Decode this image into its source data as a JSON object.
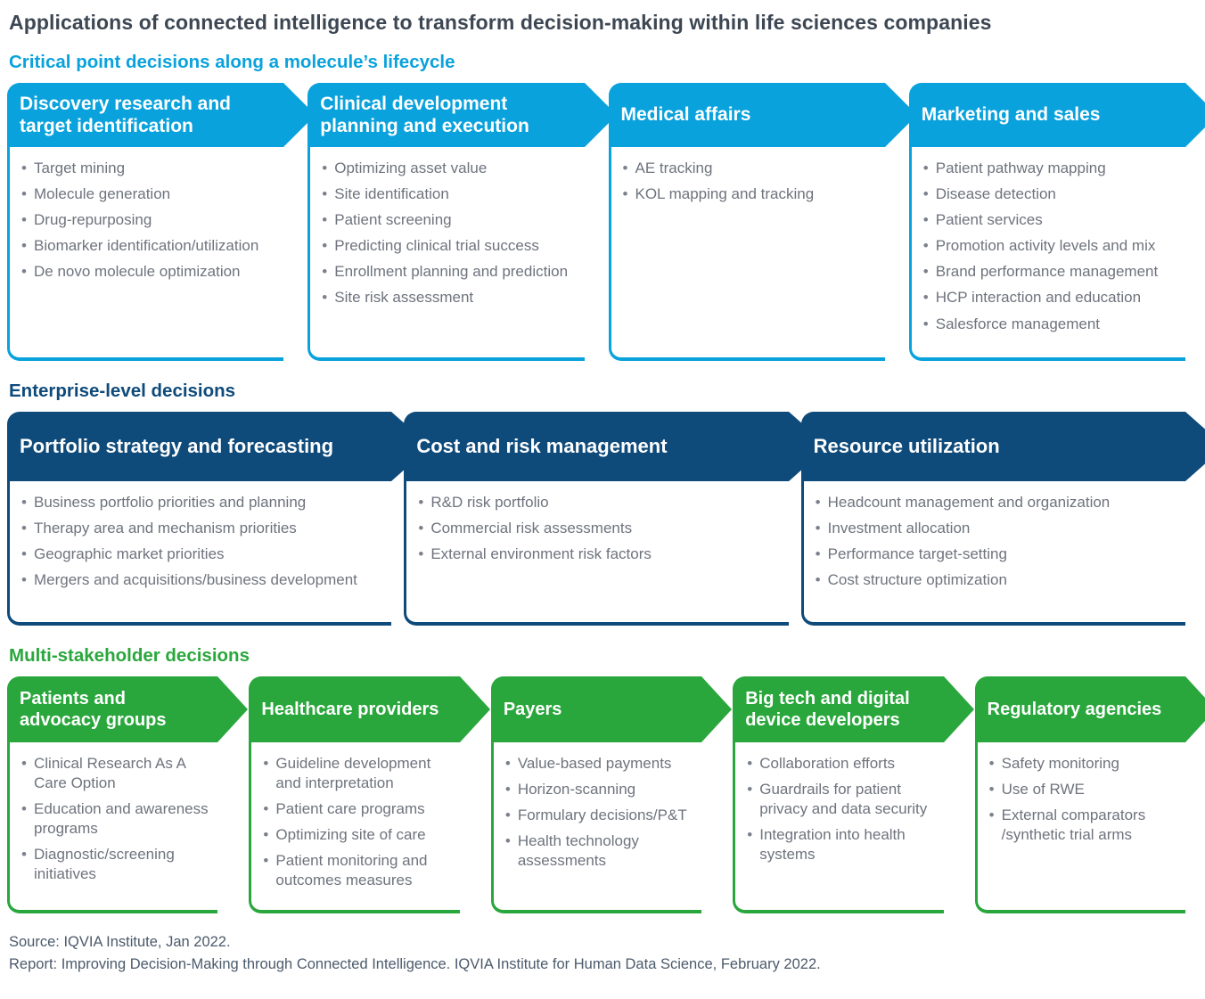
{
  "title": "Applications of connected intelligence to transform decision-making within life sciences companies",
  "sections": [
    {
      "label": "Critical point decisions along a molecule’s lifecycle",
      "color": "#0aa2dc",
      "cards": [
        {
          "title": "Discovery research and target identification",
          "bullets": [
            "Target mining",
            "Molecule generation",
            "Drug-repurposing",
            "Biomarker identification/utilization",
            "De novo molecule optimization"
          ]
        },
        {
          "title": "Clinical development planning and execution",
          "bullets": [
            "Optimizing asset value",
            "Site identification",
            "Patient screening",
            "Predicting clinical trial success",
            "Enrollment planning and prediction",
            "Site risk assessment"
          ]
        },
        {
          "title": "Medical affairs",
          "bullets": [
            "AE tracking",
            "KOL mapping and tracking"
          ]
        },
        {
          "title": "Marketing and sales",
          "bullets": [
            "Patient pathway mapping",
            "Disease detection",
            "Patient services",
            "Promotion activity levels and mix",
            "Brand performance management",
            "HCP interaction and education",
            "Salesforce management"
          ]
        }
      ]
    },
    {
      "label": "Enterprise-level decisions",
      "color": "#0e4a7a",
      "cards": [
        {
          "title": "Portfolio strategy and forecasting",
          "bullets": [
            "Business portfolio priorities and planning",
            "Therapy area and mechanism priorities",
            "Geographic market priorities",
            "Mergers and acquisitions/business development"
          ]
        },
        {
          "title": "Cost and risk management",
          "bullets": [
            "R&D risk portfolio",
            "Commercial risk assessments",
            "External environment risk factors"
          ]
        },
        {
          "title": "Resource utilization",
          "bullets": [
            "Headcount management and organization",
            "Investment allocation",
            "Performance target-setting",
            "Cost structure optimization"
          ]
        }
      ]
    },
    {
      "label": "Multi-stakeholder decisions",
      "color": "#2aa73c",
      "cards": [
        {
          "title": "Patients and advocacy groups",
          "bullets": [
            "Clinical Research As A Care Option",
            "Education and awareness programs",
            "Diagnostic/screening initiatives"
          ]
        },
        {
          "title": "Healthcare providers",
          "bullets": [
            "Guideline development and interpretation",
            "Patient care programs",
            "Optimizing site of care",
            "Patient monitoring and outcomes measures"
          ]
        },
        {
          "title": "Payers",
          "bullets": [
            "Value-based payments",
            "Horizon-scanning",
            "Formulary decisions/P&T",
            "Health technology assessments"
          ]
        },
        {
          "title": "Big tech and digital device developers",
          "bullets": [
            "Collaboration efforts",
            "Guardrails for patient privacy and data security",
            "Integration into health systems"
          ]
        },
        {
          "title": "Regulatory agencies",
          "bullets": [
            "Safety monitoring",
            "Use of RWE",
            "External comparators /synthetic trial arms"
          ]
        }
      ]
    }
  ],
  "footer": {
    "source": "Source: IQVIA Institute, Jan 2022.",
    "report": "Report: Improving Decision-Making through Connected Intelligence. IQVIA Institute for Human Data Science, February 2022."
  }
}
